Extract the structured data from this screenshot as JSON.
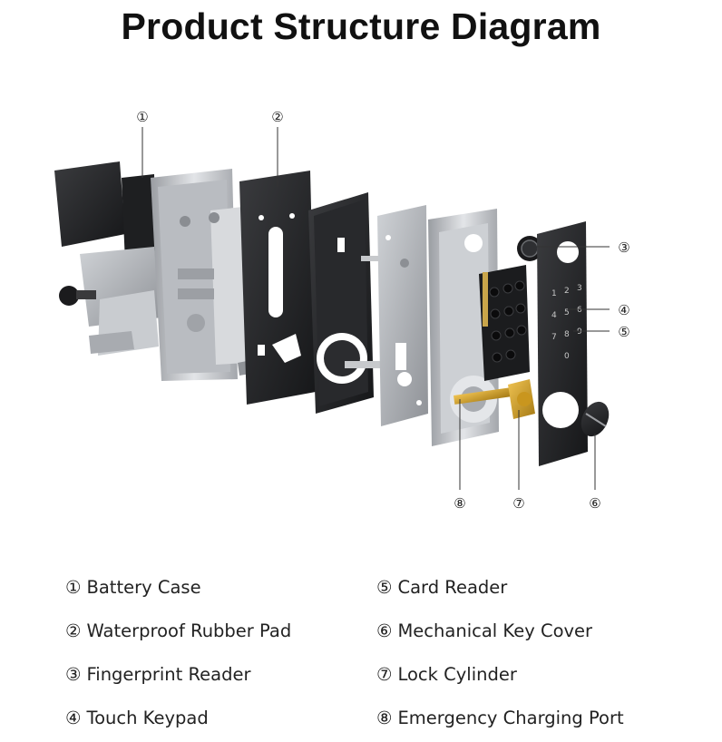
{
  "title": "Product Structure Diagram",
  "callouts": [
    "①",
    "②",
    "③",
    "④",
    "⑤",
    "⑥",
    "⑦",
    "⑧"
  ],
  "keypad_digits": [
    "1",
    "2",
    "3",
    "4",
    "5",
    "6",
    "7",
    "8",
    "9",
    "0"
  ],
  "legend": [
    {
      "num": "①",
      "label": "Battery Case"
    },
    {
      "num": "②",
      "label": "Waterproof Rubber Pad"
    },
    {
      "num": "③",
      "label": "Fingerprint Reader"
    },
    {
      "num": "④",
      "label": "Touch Keypad"
    },
    {
      "num": "⑤",
      "label": "Card Reader"
    },
    {
      "num": "⑥",
      "label": "Mechanical Key Cover"
    },
    {
      "num": "⑦",
      "label": "Lock Cylinder"
    },
    {
      "num": "⑧",
      "label": "Emergency Charging Port"
    }
  ]
}
